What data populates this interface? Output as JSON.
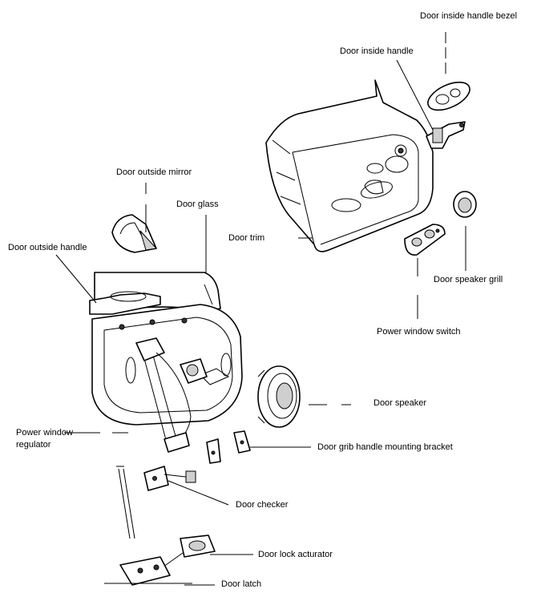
{
  "labels": {
    "handle_bezel": "Door inside handle bezel",
    "inside_handle": "Door inside handle",
    "outside_mirror": "Door outside mirror",
    "door_glass": "Door glass",
    "door_trim": "Door trim",
    "outside_handle": "Door outside handle",
    "speaker_grill": "Door speaker grill",
    "window_switch": "Power window switch",
    "door_speaker": "Door speaker",
    "window_regulator_1": "Power window",
    "window_regulator_2": "regulator",
    "grip_bracket": "Door grib handle mounting bracket",
    "door_checker": "Door checker",
    "lock_actuator": "Door lock acturator",
    "door_latch": "Door latch"
  }
}
